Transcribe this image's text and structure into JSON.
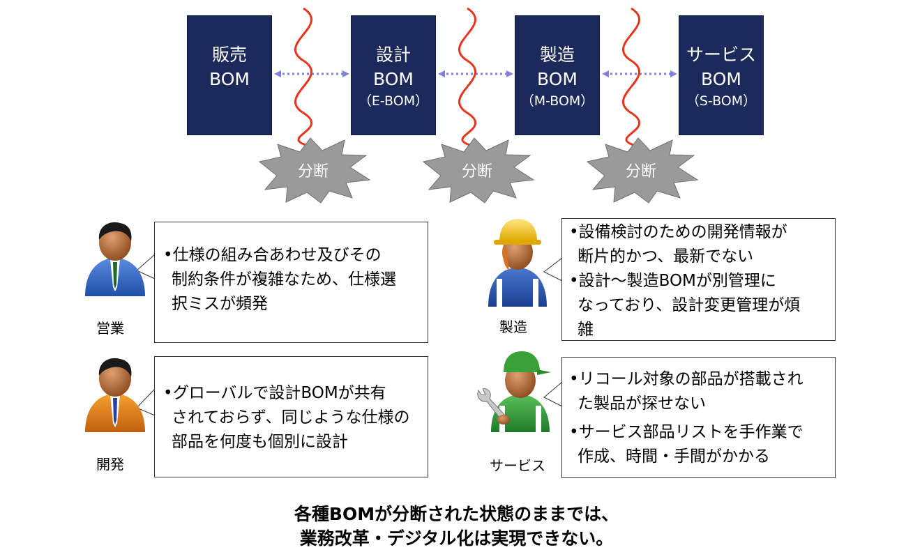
{
  "boms": [
    {
      "line1": "販売",
      "line2": "BOM",
      "line3": ""
    },
    {
      "line1": "設計",
      "line2": "BOM",
      "line3": "（E-BOM）"
    },
    {
      "line1": "製造",
      "line2": "BOM",
      "line3": "（M-BOM）"
    },
    {
      "line1": "サービス",
      "line2": "BOM",
      "line3": "（S-BOM）"
    }
  ],
  "break_label": "分断",
  "personas": [
    {
      "role": "営業",
      "lines": [
        "•仕様の組み合あわせ及びその",
        "制約条件が複雑なため、仕様選",
        "択ミスが頻発"
      ]
    },
    {
      "role": "開発",
      "lines": [
        "•グローバルで設計BOMが共有",
        "されておらず、同じような仕様の",
        "部品を何度も個別に設計"
      ]
    },
    {
      "role": "製造",
      "lines": [
        "•設備検討のための開発情報が",
        "断片的かつ、最新でない",
        "•設計～製造BOMが別管理に",
        "なっており、設計変更管理が煩",
        "雑"
      ]
    },
    {
      "role": "サービス",
      "lines": [
        "•リコール対象の部品が搭載され",
        "た製品が探せない",
        "•サービス部品リストを手作業で",
        "作成、時間・手間がかかる"
      ]
    }
  ],
  "conclusion": {
    "line1": "各種BOMが分断された状態のままでは、",
    "line2": "業務改革・デジタル化は実現できない。"
  },
  "colors": {
    "bom_fill": "#1b2a5a",
    "arrow": "#8080e0",
    "wave": "#e8341c",
    "burst": "#999999"
  }
}
